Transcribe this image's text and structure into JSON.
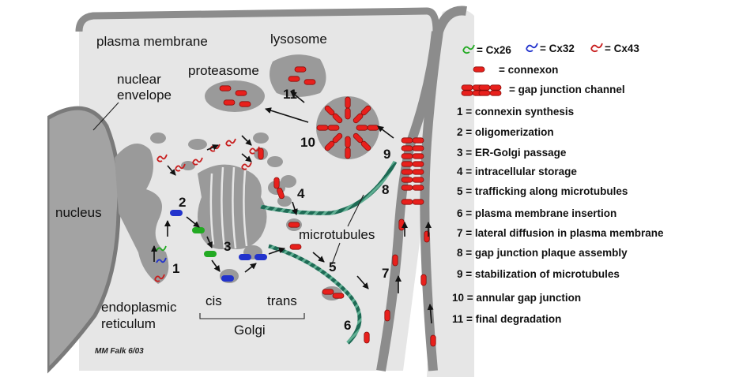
{
  "labels": {
    "plasma_membrane": "plasma membrane",
    "nuclear_envelope_1": "nuclear",
    "nuclear_envelope_2": "envelope",
    "nucleus": "nucleus",
    "lysosome": "lysosome",
    "proteasome": "proteasome",
    "microtubules": "microtubules",
    "er_1": "endoplasmic",
    "er_2": "reticulum",
    "cis": "cis",
    "trans": "trans",
    "golgi": "Golgi",
    "signature": "MM Falk 6/03"
  },
  "step_markers": [
    "1",
    "2",
    "3",
    "4",
    "5",
    "6",
    "7",
    "8",
    "9",
    "10",
    "11"
  ],
  "legend": {
    "cx26": "= Cx26",
    "cx32": "= Cx32",
    "cx43": "= Cx43",
    "connexon": "= connexon",
    "gap_junction_channel": "= gap junction channel",
    "steps": [
      "1 = connexin synthesis",
      "2 = oligomerization",
      "3 = ER-Golgi passage",
      "4 = intracellular storage",
      "5 = trafficking along microtubules",
      "6 = plasma membrane insertion",
      "7 = lateral diffusion in plasma membrane",
      "8 = gap junction plaque assembly",
      "9 = stabilization of microtubules",
      "10 = annular gap junction",
      "11 = final degradation"
    ]
  },
  "colors": {
    "cytoplasm": "#e6e6e6",
    "membrane": "#8c8c8c",
    "organelle": "#9a9a9a",
    "nucleus": "#a3a3a3",
    "connexon_red": "#e8201c",
    "cx26_green": "#22aa22",
    "cx32_blue": "#2233cc",
    "microtubule": "#1e6b55"
  }
}
